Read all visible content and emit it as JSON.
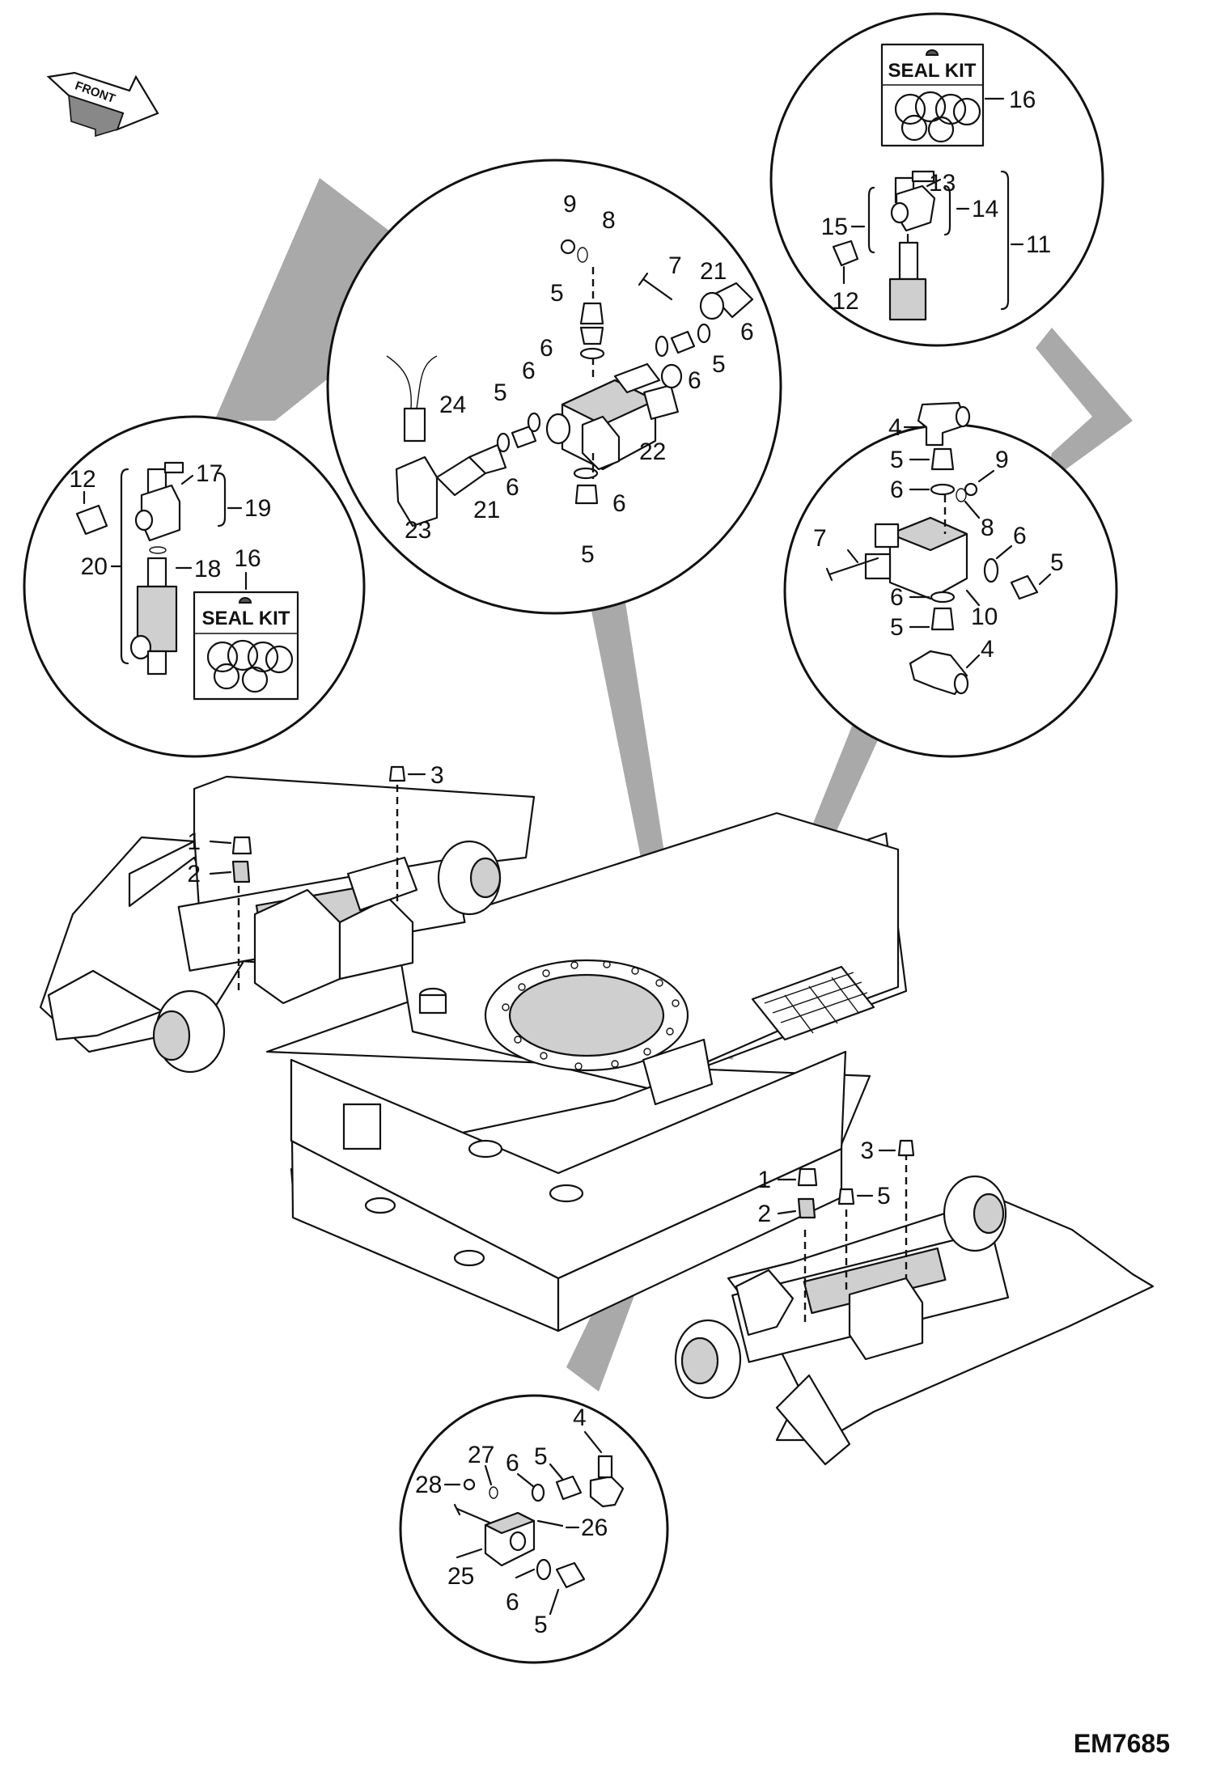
{
  "front_label": "FRONT",
  "drawing_code": "EM7685",
  "seal_kit_label": "SEAL KIT",
  "callouts": {
    "n1": "1",
    "n2": "2",
    "n3": "3",
    "n4": "4",
    "n5": "5",
    "n6": "6",
    "n7": "7",
    "n8": "8",
    "n9": "9",
    "n10": "10",
    "n11": "11",
    "n12": "12",
    "n13": "13",
    "n14": "14",
    "n15": "15",
    "n16": "16",
    "n17": "17",
    "n18": "18",
    "n19": "19",
    "n20": "20",
    "n21": "21",
    "n22": "22",
    "n23": "23",
    "n24": "24",
    "n25": "25",
    "n26": "26",
    "n27": "27",
    "n28": "28"
  }
}
